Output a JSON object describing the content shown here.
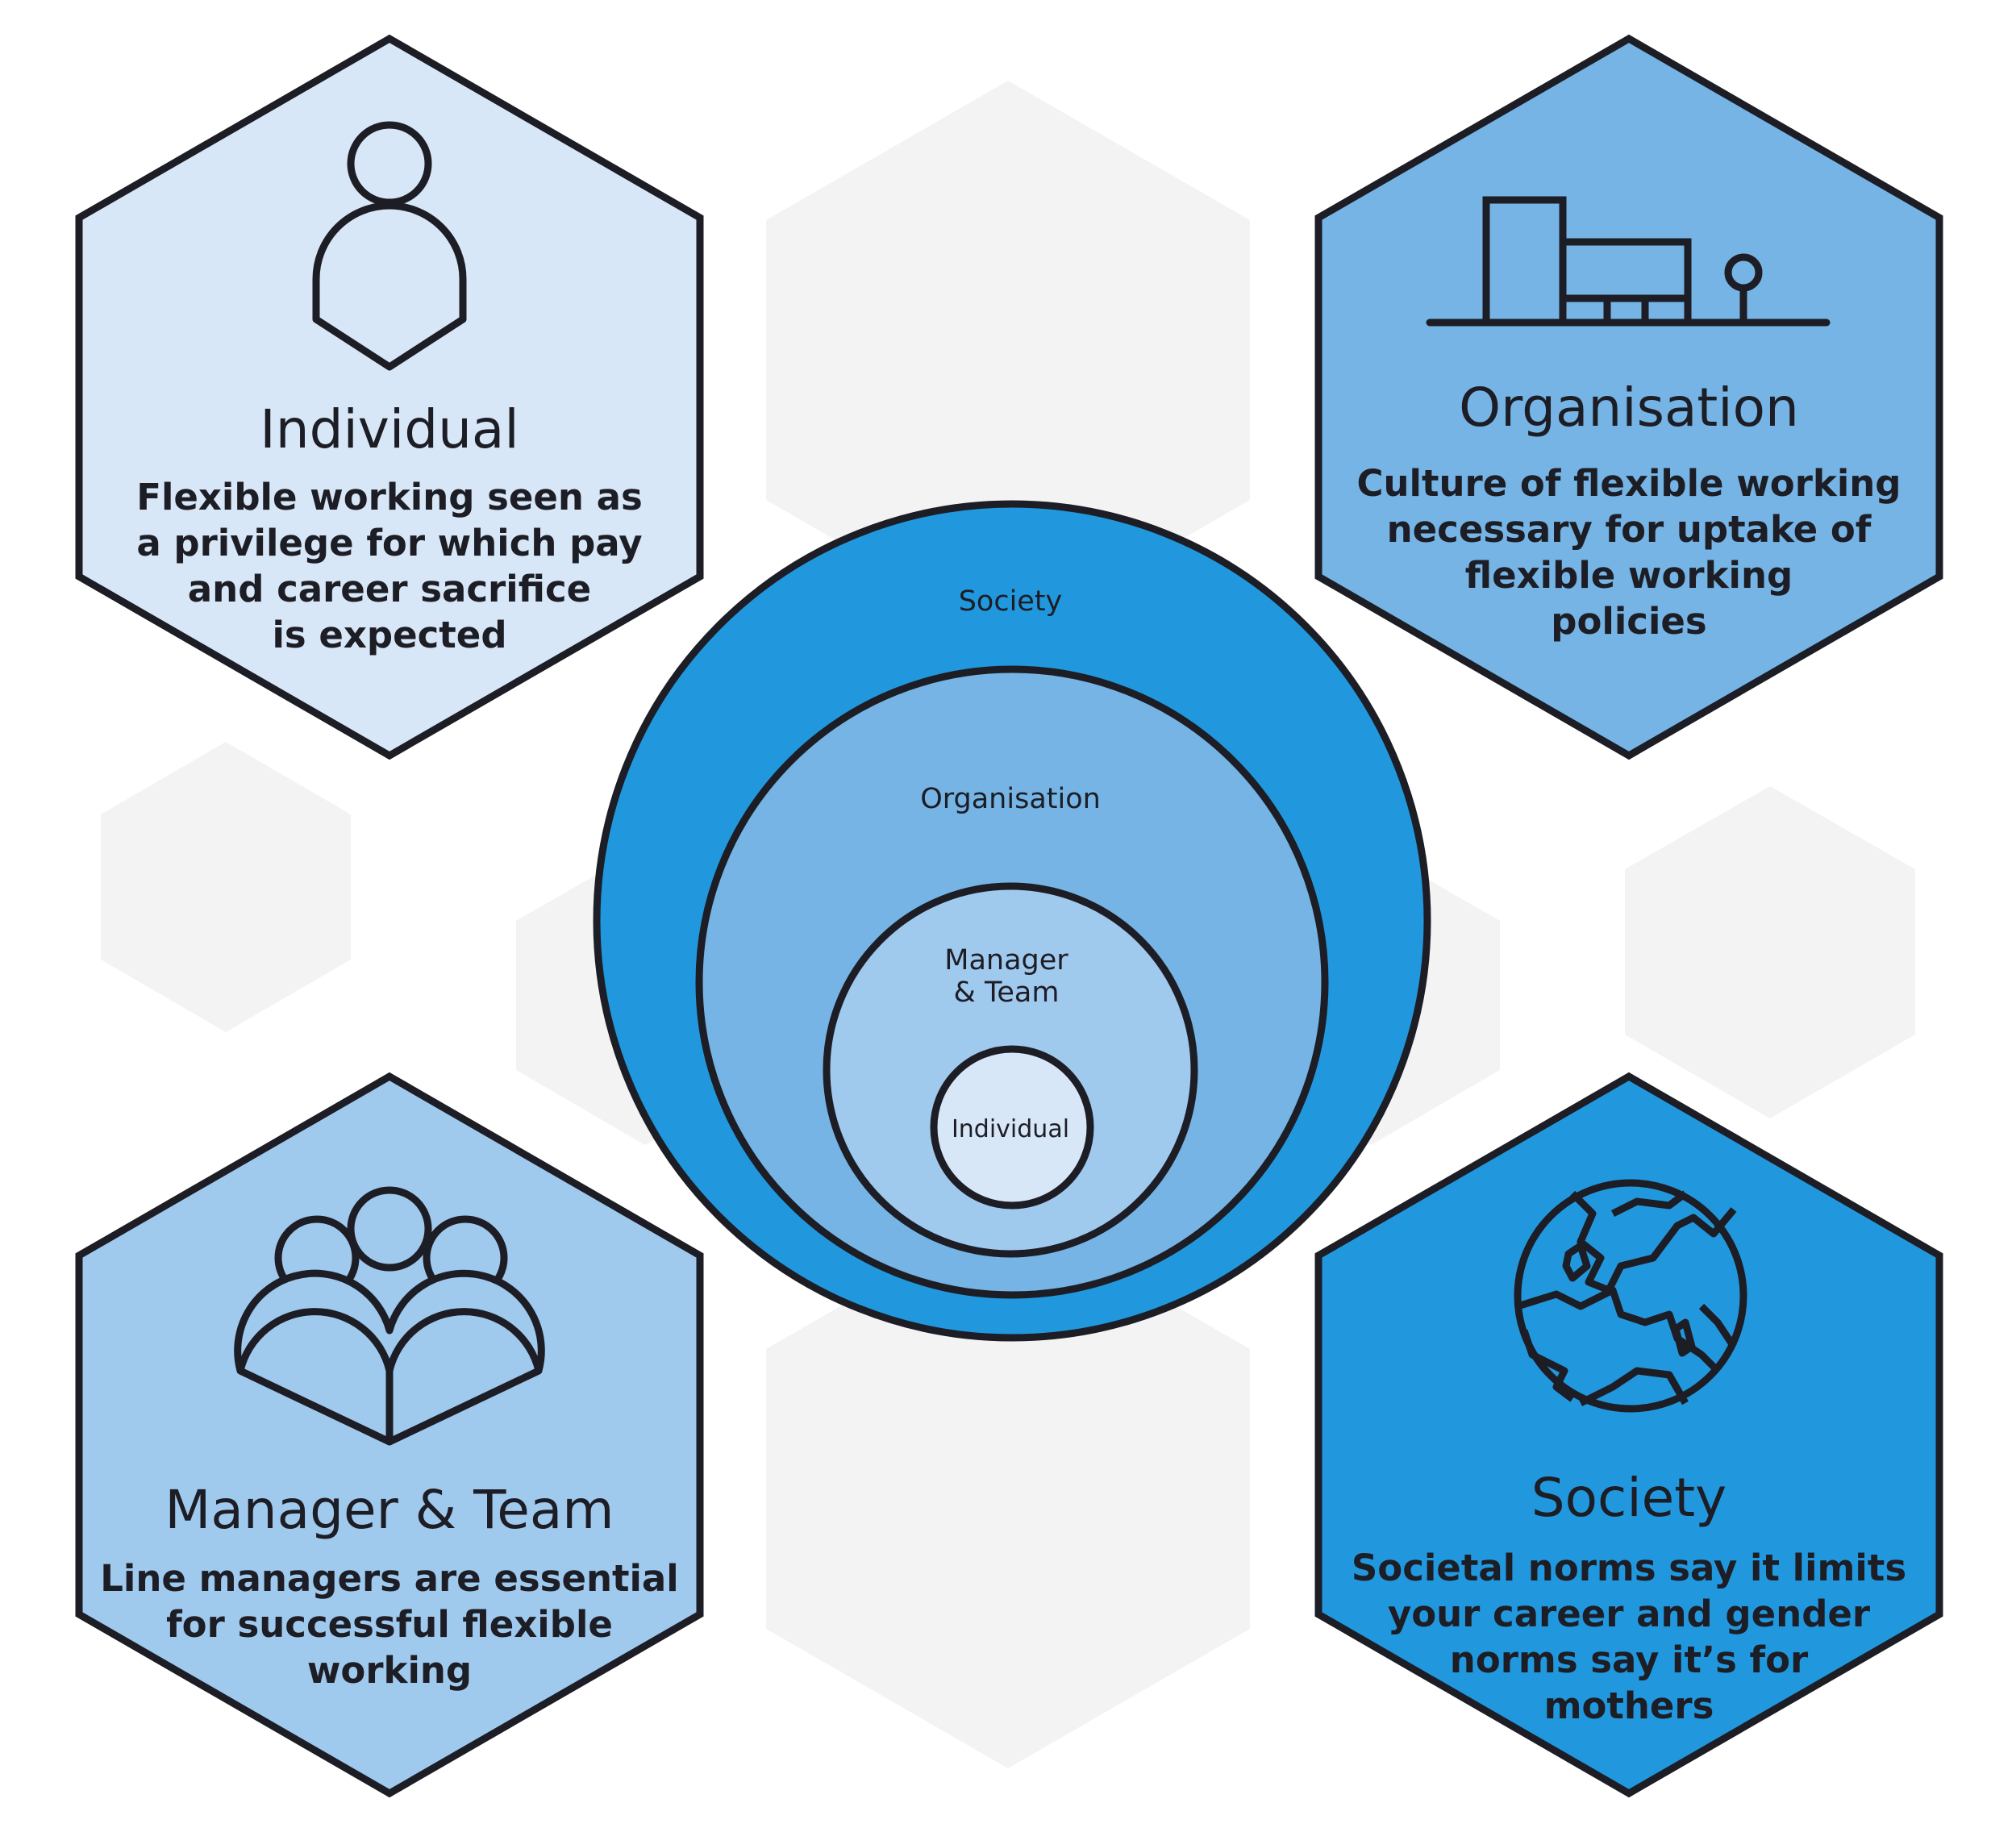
{
  "colors": {
    "background": "#ffffff",
    "bg_hexagon": "#f3f3f4",
    "outline": "#1d1d25",
    "individual": "#d8e7f7",
    "manager_team": "#a0c9ee",
    "organisation": "#75b4e4",
    "society": "#2198de"
  },
  "hexagons": {
    "individual": {
      "title": "Individual",
      "lines": [
        "Flexible working seen as",
        "a privilege for which pay",
        "and career sacrifice",
        "is expected"
      ],
      "icon": "person-icon"
    },
    "organisation": {
      "title": "Organisation",
      "lines": [
        "Culture of flexible working",
        "necessary for uptake of",
        "flexible working",
        "policies"
      ],
      "icon": "building-icon"
    },
    "manager_team": {
      "title": "Manager & Team",
      "lines": [
        "Line managers are essential",
        "for successful flexible",
        "working"
      ],
      "icon": "group-icon"
    },
    "society": {
      "title": "Society",
      "lines": [
        "Societal norms say it limits",
        "your career and gender",
        "norms say it’s for",
        "mothers"
      ],
      "icon": "globe-icon"
    }
  },
  "rings": {
    "society": "Society",
    "organisation": "Organisation",
    "manager_team_line1": "Manager",
    "manager_team_line2": "& Team",
    "individual": "Individual"
  }
}
